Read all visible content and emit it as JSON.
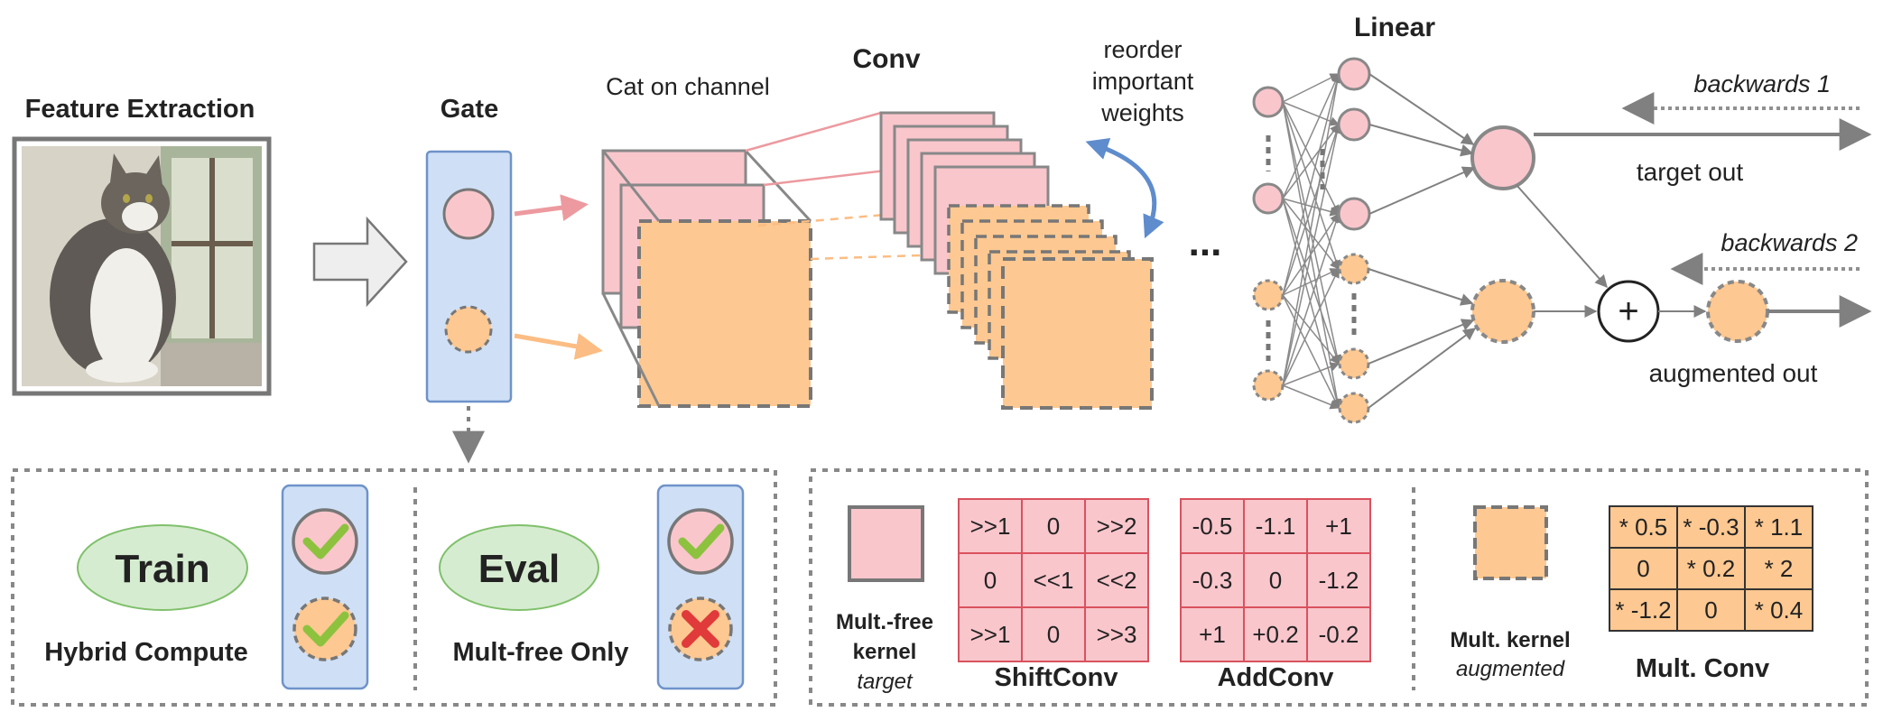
{
  "colors": {
    "pink": "#f9c6cc",
    "pink_stroke": "#e89298",
    "orange": "#fdc891",
    "gray": "#777777",
    "gate_blue": "#cfe0f6",
    "gate_border": "#6f93c9",
    "green_ellipse": "#d6ecd0",
    "check_green": "#8dc23f",
    "cross_red": "#e03a3a",
    "reorder_arrow": "#5f8ccc"
  },
  "icons": {
    "forward_arrow": "big-right-arrow-icon",
    "check": "check-icon",
    "cross": "cross-icon",
    "plus": "plus-circle-icon",
    "cat": "cat-photo"
  },
  "top": {
    "feature_extraction": "Feature Extraction",
    "gate": "Gate",
    "cat_on_channel": "Cat on channel",
    "conv": "Conv",
    "reorder": [
      "reorder",
      "important",
      "weights"
    ],
    "ellipsis": "...",
    "linear": "Linear",
    "backwards1": "backwards 1",
    "backwards2": "backwards 2",
    "target_out": "target out",
    "augmented_out": "augmented out",
    "plus": "+"
  },
  "bottom_left": {
    "train": "Train",
    "hybrid": "Hybrid Compute",
    "eval": "Eval",
    "multfree_only": "Mult-free Only"
  },
  "bottom_right": {
    "multfree_kernel": [
      "Mult.-free",
      "kernel"
    ],
    "target": "target",
    "shiftconv_title": "ShiftConv",
    "shiftconv": [
      [
        ">>1",
        "0",
        ">>2"
      ],
      [
        "0",
        "<<1",
        "<<2"
      ],
      [
        ">>1",
        "0",
        ">>3"
      ]
    ],
    "addconv_title": "AddConv",
    "addconv": [
      [
        "-0.5",
        "-1.1",
        "+1"
      ],
      [
        "-0.3",
        "0",
        "-1.2"
      ],
      [
        "+1",
        "+0.2",
        "-0.2"
      ]
    ],
    "mult_kernel": "Mult. kernel",
    "augmented": "augmented",
    "multconv_title": "Mult. Conv",
    "multconv": [
      [
        "* 0.5",
        "* -0.3",
        "* 1.1"
      ],
      [
        "0",
        "* 0.2",
        "* 2"
      ],
      [
        "* -1.2",
        "0",
        "* 0.4"
      ]
    ]
  }
}
